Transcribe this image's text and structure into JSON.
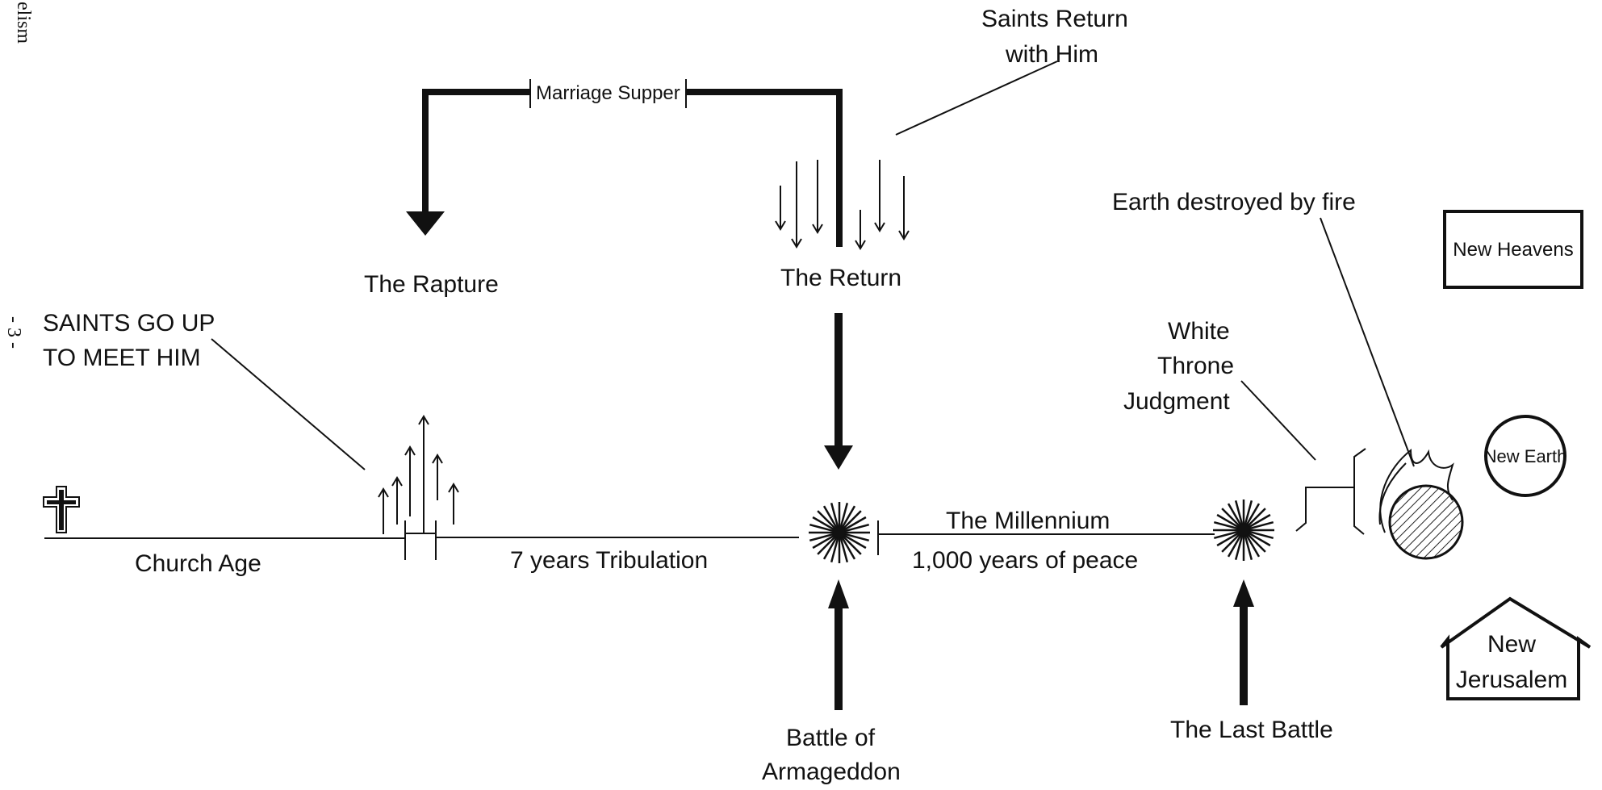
{
  "margin": {
    "side_text": "elism",
    "page_number": "- 3 -"
  },
  "labels": {
    "saints_go_up_line1": "SAINTS  GO  UP",
    "saints_go_up_line2": "TO MEET HIM",
    "church_age": "Church Age",
    "tribulation": "7 years Tribulation",
    "marriage_supper": "Marriage Supper",
    "rapture": "The Rapture",
    "return": "The Return",
    "saints_return_line1": "Saints Return",
    "saints_return_line2": "with Him",
    "millennium": "The Millennium",
    "peace": "1,000 years of peace",
    "armageddon_line1": "Battle of",
    "armageddon_line2": "Armageddon",
    "last_battle": "The Last Battle",
    "white_throne_line1": "White",
    "white_throne_line2": "Throne",
    "white_throne_line3": "Judgment",
    "earth_destroyed": "Earth destroyed by fire",
    "new_heavens": "New Heavens",
    "new_earth": "New Earth",
    "new_jerusalem_line1": "New",
    "new_jerusalem_line2": "Jerusalem"
  },
  "icons": {
    "cross": "cross-icon",
    "burst": "starburst-icon",
    "globe": "burning-earth-icon",
    "house": "house-outline-icon"
  },
  "colors": {
    "ink": "#111111",
    "background": "#ffffff"
  }
}
